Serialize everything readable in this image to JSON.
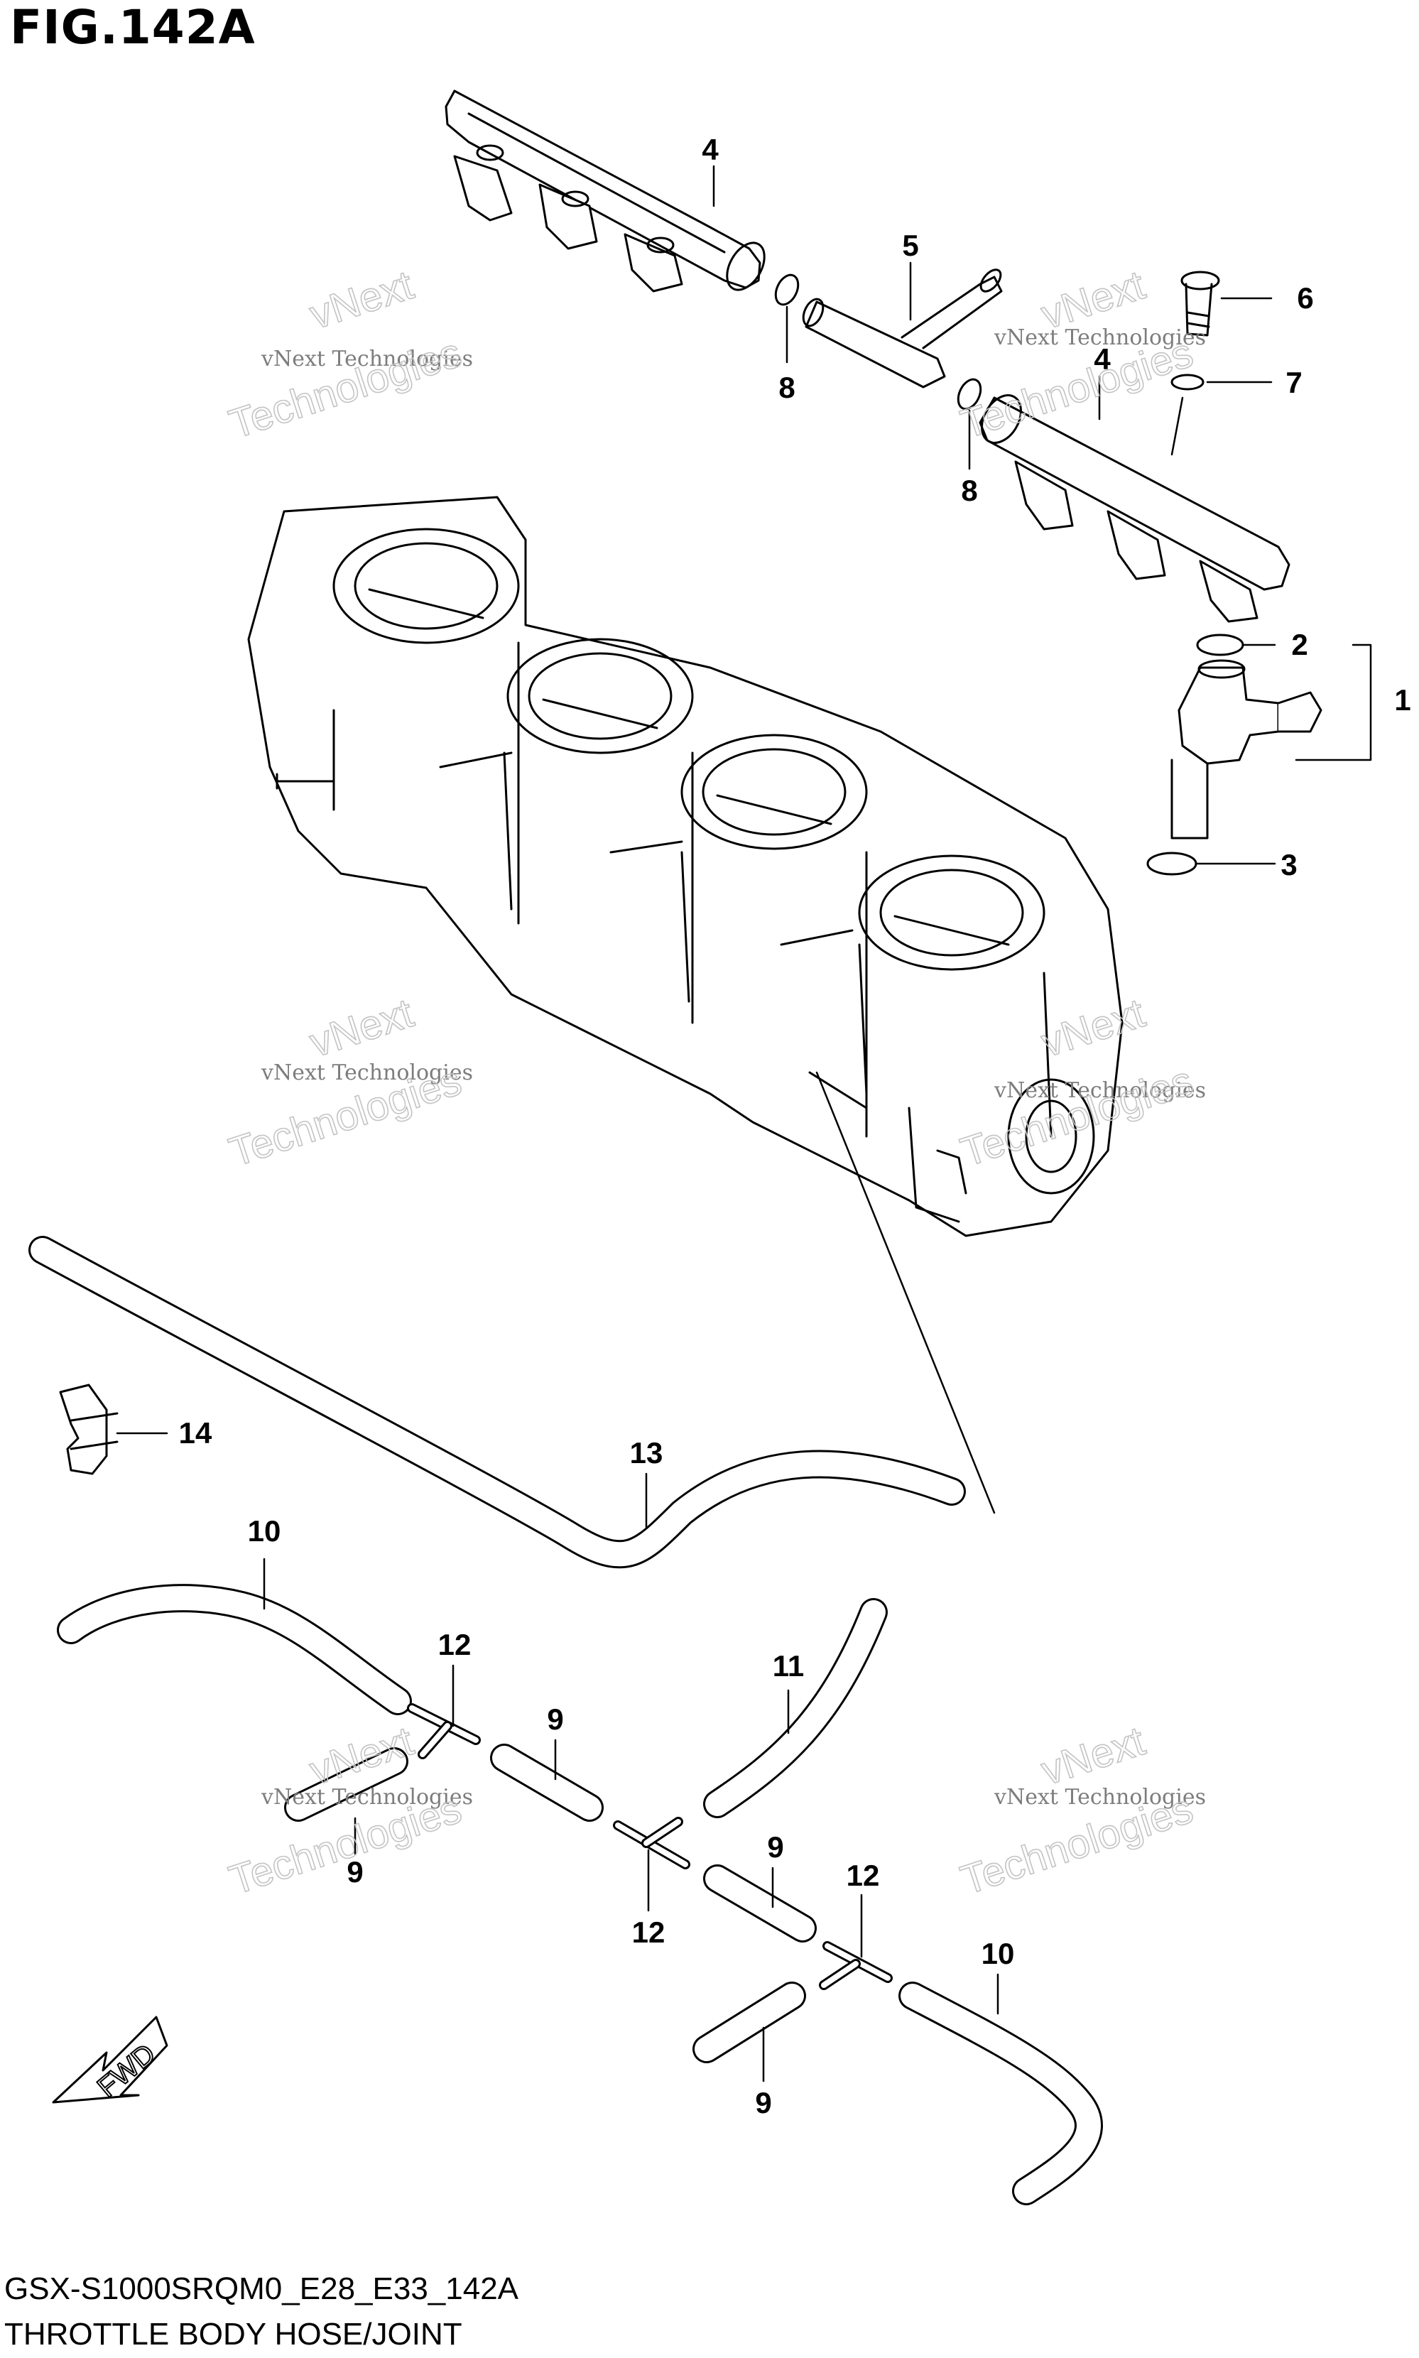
{
  "figure": {
    "title": "FIG.142A",
    "code": "GSX-S1000SRQM0_E28_E33_142A",
    "name": "THROTTLE BODY HOSE/JOINT"
  },
  "watermark": {
    "line1": "vNext Technologies",
    "line2": "vNext",
    "line3": "Technologies"
  },
  "callouts": [
    {
      "id": "c1",
      "label": "1"
    },
    {
      "id": "c2",
      "label": "2"
    },
    {
      "id": "c3",
      "label": "3"
    },
    {
      "id": "c4a",
      "label": "4"
    },
    {
      "id": "c4b",
      "label": "4"
    },
    {
      "id": "c5",
      "label": "5"
    },
    {
      "id": "c6",
      "label": "6"
    },
    {
      "id": "c7",
      "label": "7"
    },
    {
      "id": "c8a",
      "label": "8"
    },
    {
      "id": "c8b",
      "label": "8"
    },
    {
      "id": "c9a",
      "label": "9"
    },
    {
      "id": "c9b",
      "label": "9"
    },
    {
      "id": "c9c",
      "label": "9"
    },
    {
      "id": "c9d",
      "label": "9"
    },
    {
      "id": "c10a",
      "label": "10"
    },
    {
      "id": "c10b",
      "label": "10"
    },
    {
      "id": "c11",
      "label": "11"
    },
    {
      "id": "c12a",
      "label": "12"
    },
    {
      "id": "c12b",
      "label": "12"
    },
    {
      "id": "c12c",
      "label": "12"
    },
    {
      "id": "c13",
      "label": "13"
    },
    {
      "id": "c14",
      "label": "14"
    }
  ],
  "fwd_label": "FWD",
  "colors": {
    "line": "#000000",
    "watermark": "#7d7d7d",
    "background": "#ffffff"
  }
}
